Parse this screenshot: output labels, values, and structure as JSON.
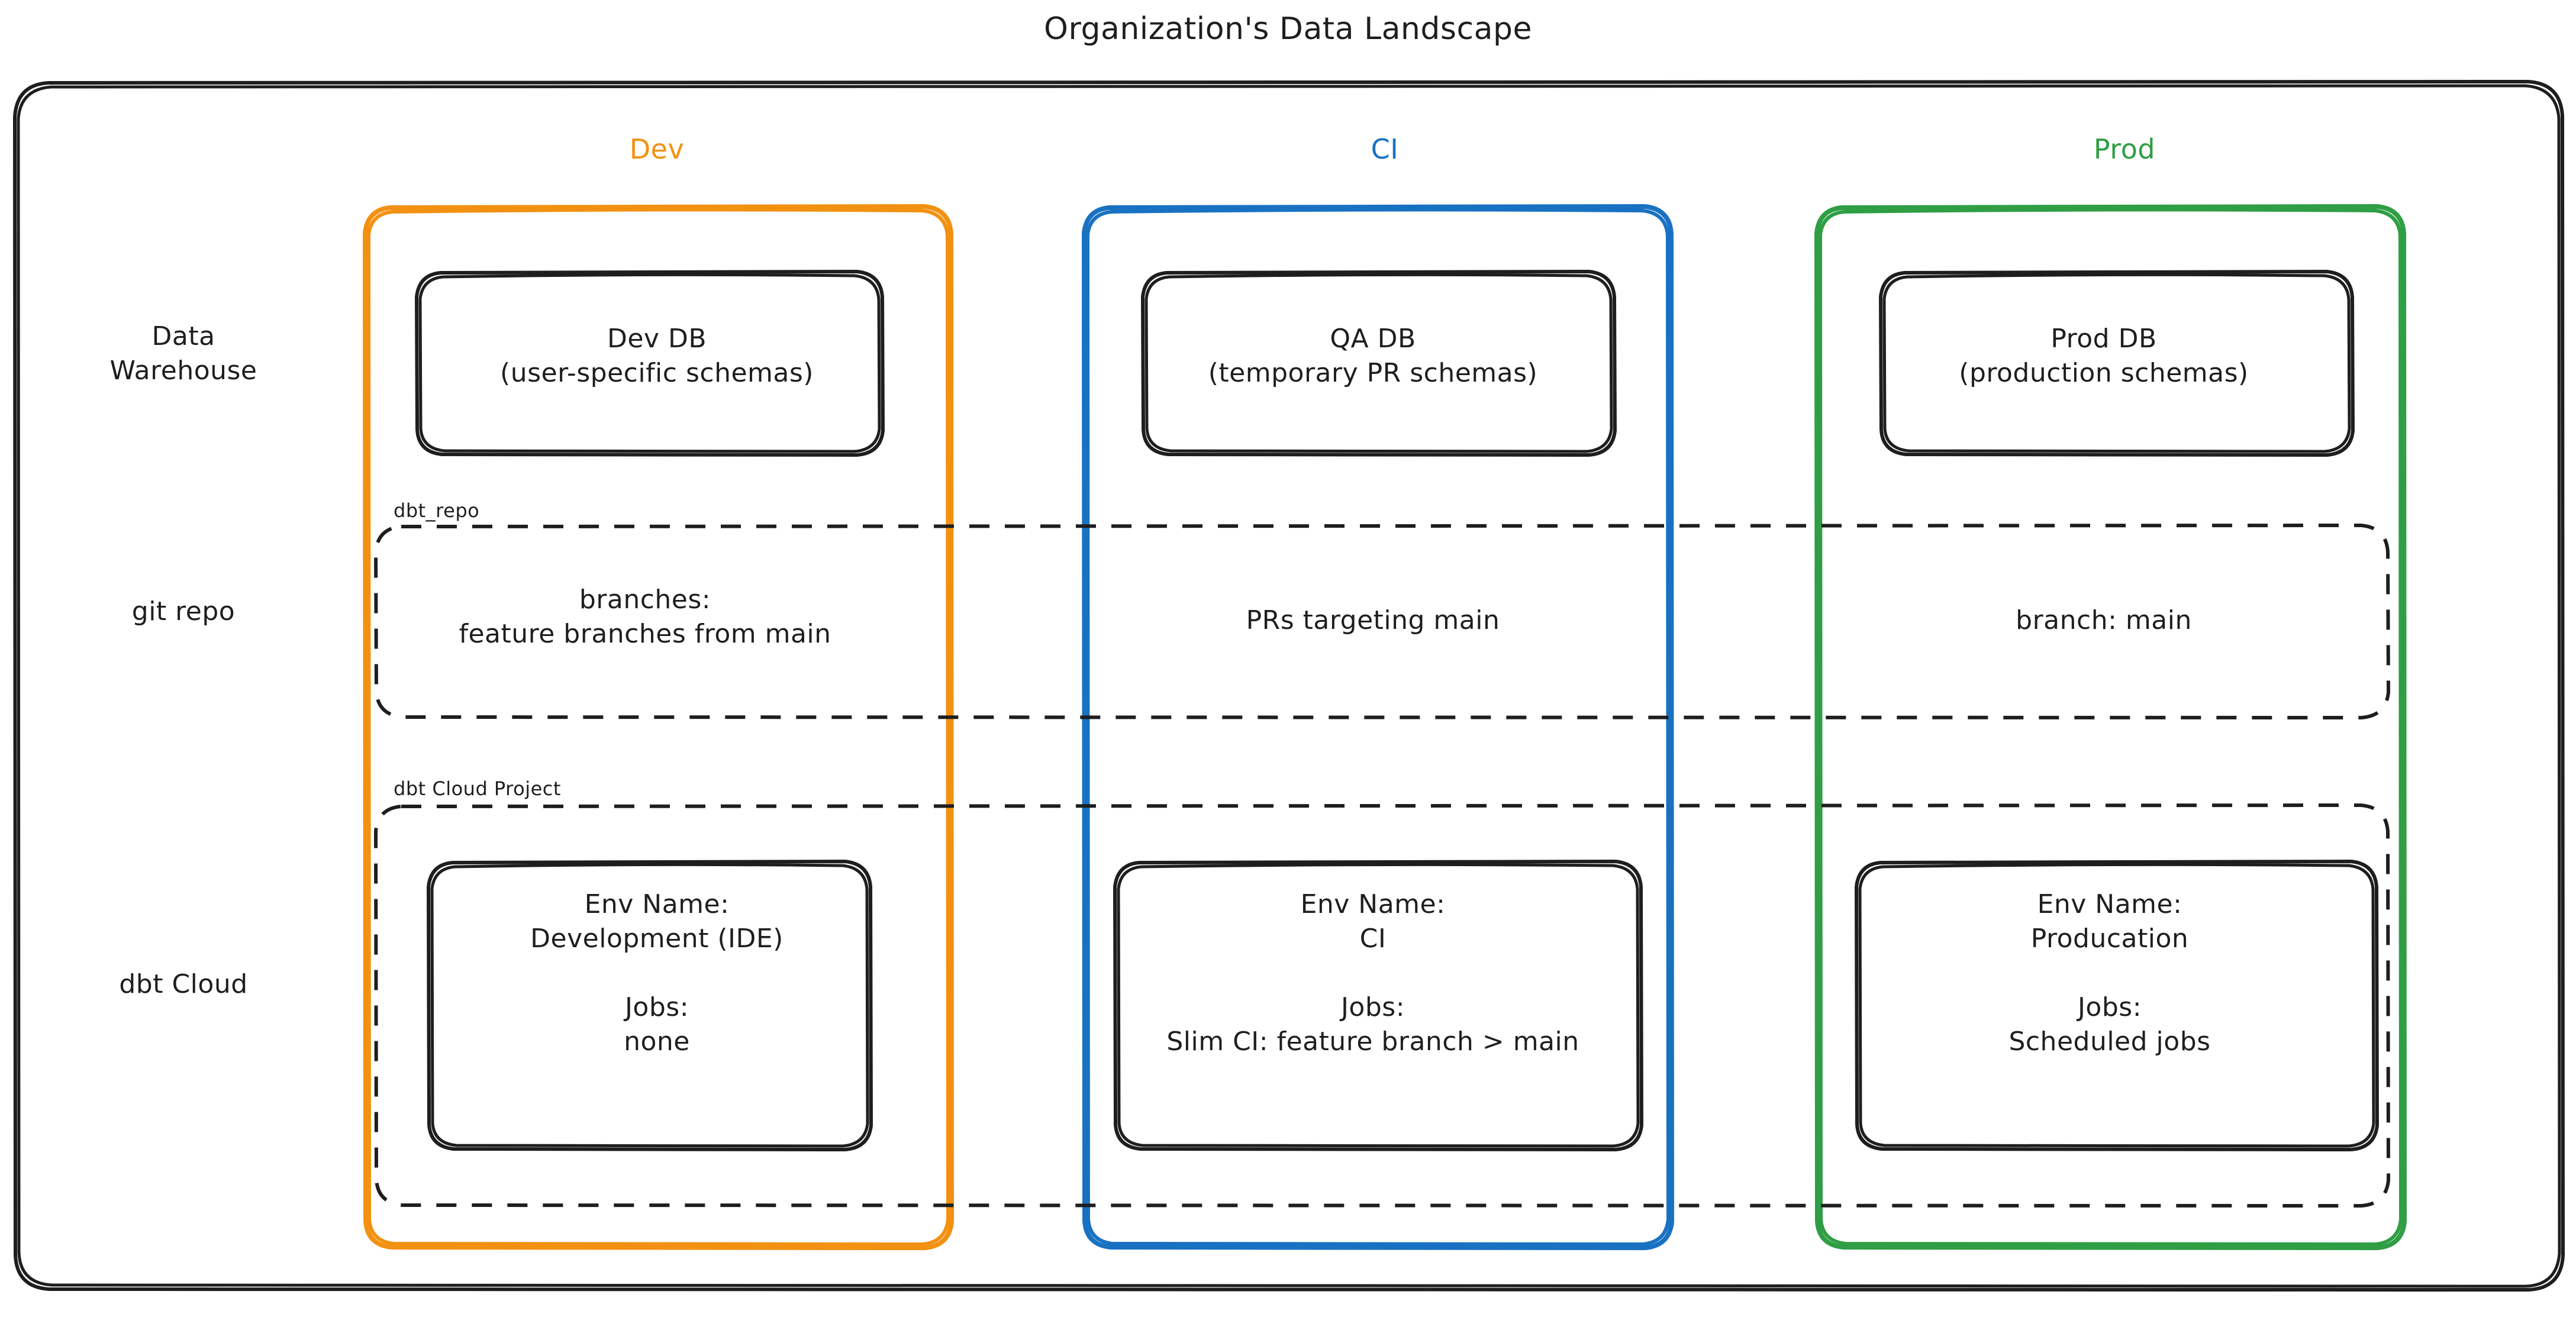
{
  "diagram": {
    "title": "Organization's Data Landscape",
    "type": "architecture-matrix",
    "background_color": "#ffffff",
    "ink_color": "#1e1e1e"
  },
  "columns": [
    {
      "id": "dev",
      "label": "Dev",
      "color": "#f29111"
    },
    {
      "id": "ci",
      "label": "CI",
      "color": "#1971c2"
    },
    {
      "id": "prod",
      "label": "Prod",
      "color": "#2f9e44"
    }
  ],
  "rows": [
    {
      "id": "data-warehouse",
      "label": "Data\nWarehouse"
    },
    {
      "id": "git-repo",
      "label": "git repo"
    },
    {
      "id": "dbt-cloud",
      "label": "dbt Cloud"
    }
  ],
  "groups": [
    {
      "id": "dbt-repo",
      "label": "dbt_repo"
    },
    {
      "id": "dbt-cloud-project",
      "label": "dbt Cloud Project"
    }
  ],
  "cells": {
    "data_warehouse": {
      "dev": "Dev DB\n(user-specific schemas)",
      "ci": "QA DB\n(temporary PR schemas)",
      "prod": "Prod DB\n(production schemas)"
    },
    "git_repo": {
      "dev": "branches:\nfeature branches from main",
      "ci": "PRs targeting main",
      "prod": "branch: main"
    },
    "dbt_cloud": {
      "dev": "Env Name:\nDevelopment (IDE)\n\nJobs:\nnone",
      "ci": "Env Name:\nCI\n\nJobs:\nSlim CI: feature branch > main",
      "prod": "Env Name:\nProducation\n\nJobs:\nScheduled jobs"
    }
  }
}
